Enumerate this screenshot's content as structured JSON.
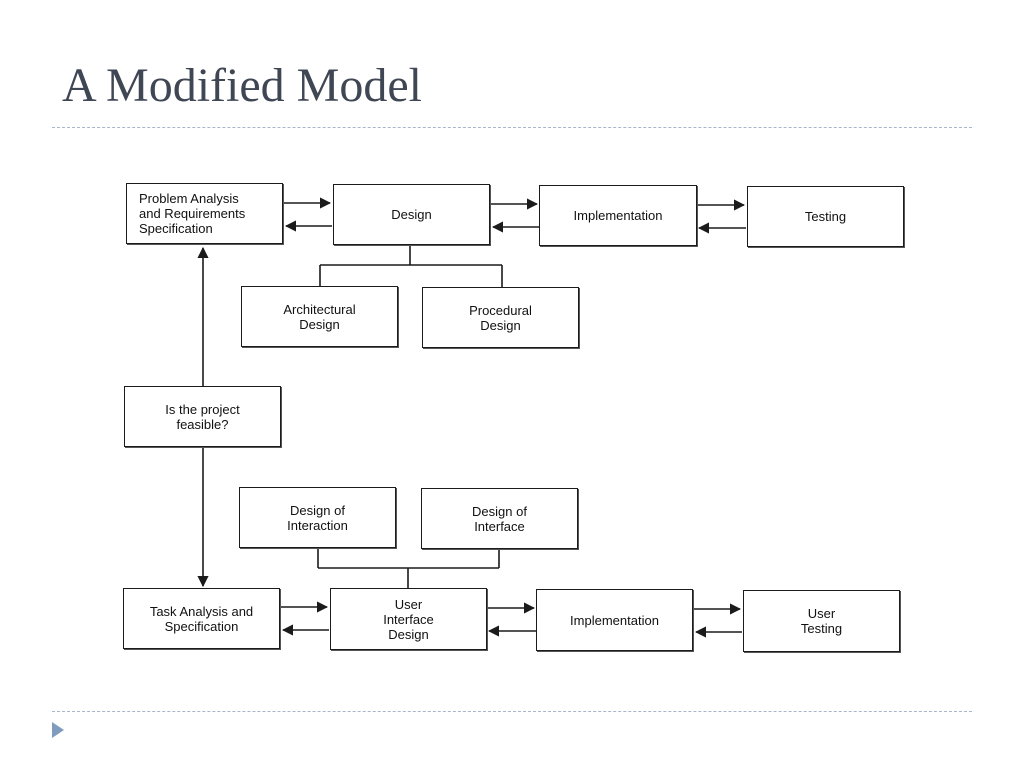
{
  "slide": {
    "title": "A Modified Model"
  },
  "diagram": {
    "boxes": {
      "problem_analysis": "Problem Analysis\nand Requirements\nSpecification",
      "design": "Design",
      "implementation_top": "Implementation",
      "testing": "Testing",
      "architectural_design": "Architectural\nDesign",
      "procedural_design": "Procedural\nDesign",
      "feasible": "Is the project\nfeasible?",
      "design_of_interaction": "Design of\nInteraction",
      "design_of_interface": "Design of\nInterface",
      "task_analysis": "Task Analysis and\nSpecification",
      "user_interface_design": "User\nInterface\nDesign",
      "implementation_bottom": "Implementation",
      "user_testing": "User\nTesting"
    },
    "colors": {
      "stroke": "#1b1b1b",
      "title": "#3f4654",
      "rule": "#a9b6c8",
      "marker": "#7f9cbf"
    }
  }
}
